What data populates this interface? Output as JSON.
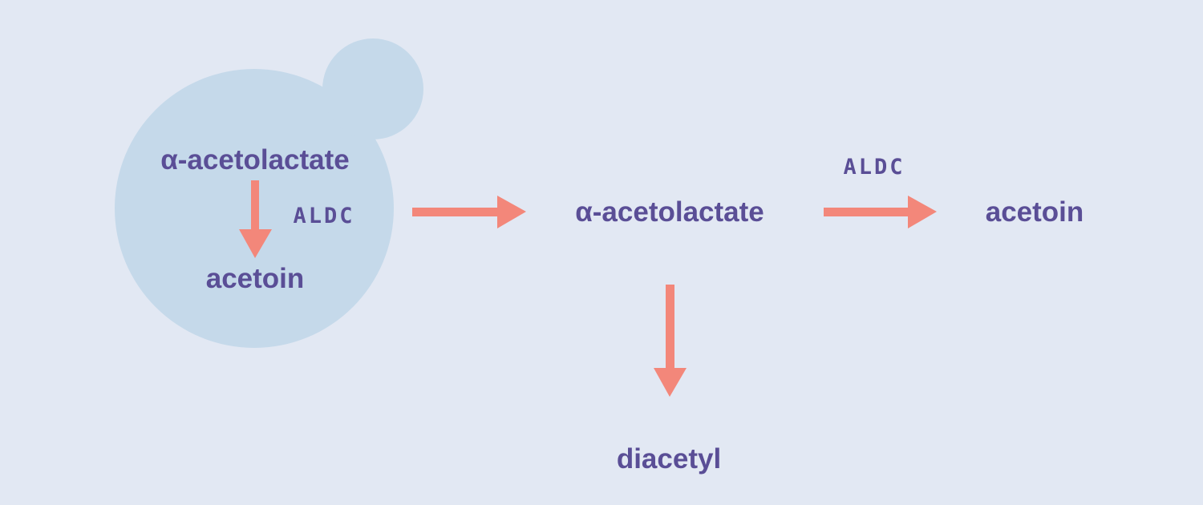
{
  "colors": {
    "background": "#e2e8f3",
    "cell": "#c5d9ea",
    "text": "#5a4e96",
    "arrow": "#f3877a"
  },
  "cell": {
    "substrate_label": "α-acetolactate",
    "enzyme_label": "ALDC",
    "product_label": "acetoin"
  },
  "outside": {
    "substrate_label": "α-acetolactate",
    "enzyme_label": "ALDC",
    "product_label": "acetoin",
    "byproduct_label": "diacetyl"
  }
}
